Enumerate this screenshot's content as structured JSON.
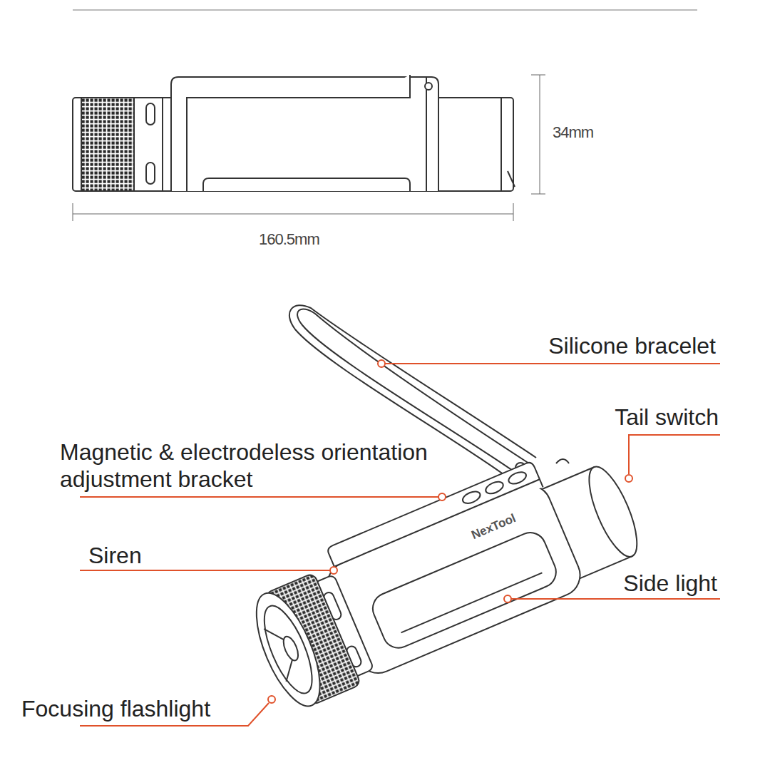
{
  "diagram": {
    "labels": [
      "34mm",
      "160.5mm",
      "Silicone bracelet",
      "Tail switch",
      "Magnetic & electrodeless orientation adjustment bracket",
      "Siren",
      "NexTool",
      "Side light",
      "Focusing flashlight"
    ]
  }
}
